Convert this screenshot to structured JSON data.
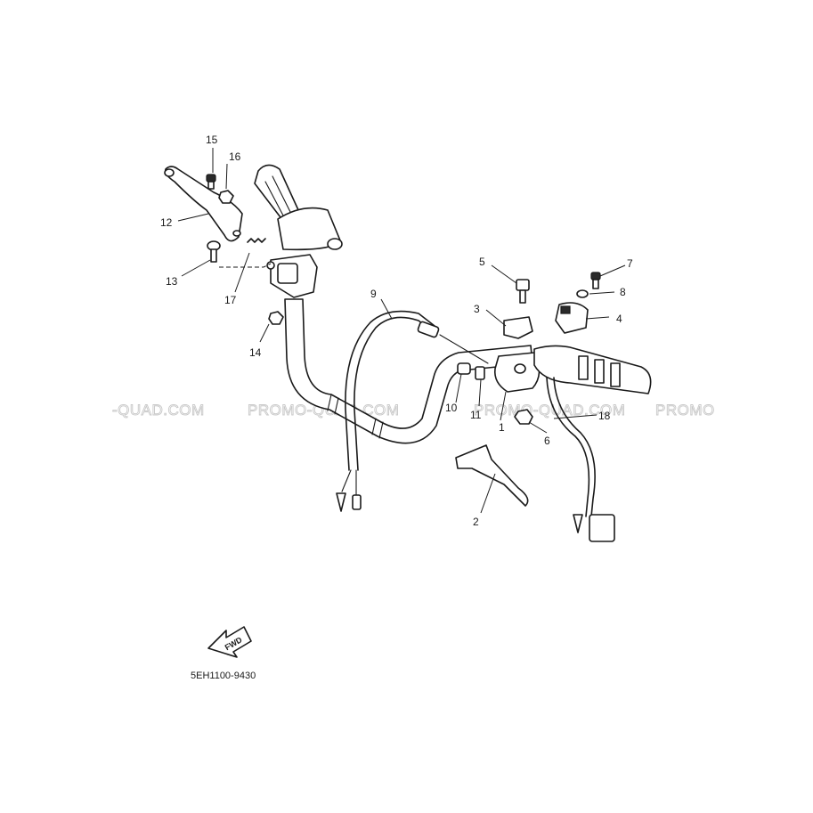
{
  "watermark": {
    "segments": [
      "-QUAD.COM",
      "PROMO-QUAD.COM",
      "PROMO-QUAD.COM",
      "PROMO"
    ]
  },
  "callouts": {
    "c1": "1",
    "c2": "2",
    "c3": "3",
    "c4": "4",
    "c5": "5",
    "c6": "6",
    "c7": "7",
    "c8": "8",
    "c9": "9",
    "c10": "10",
    "c11": "11",
    "c12": "12",
    "c13": "13",
    "c14": "14",
    "c15": "15",
    "c16": "16",
    "c17": "17",
    "c18": "18"
  },
  "fwd_label": "FWD",
  "diagram_code": "5EH1100-9430"
}
